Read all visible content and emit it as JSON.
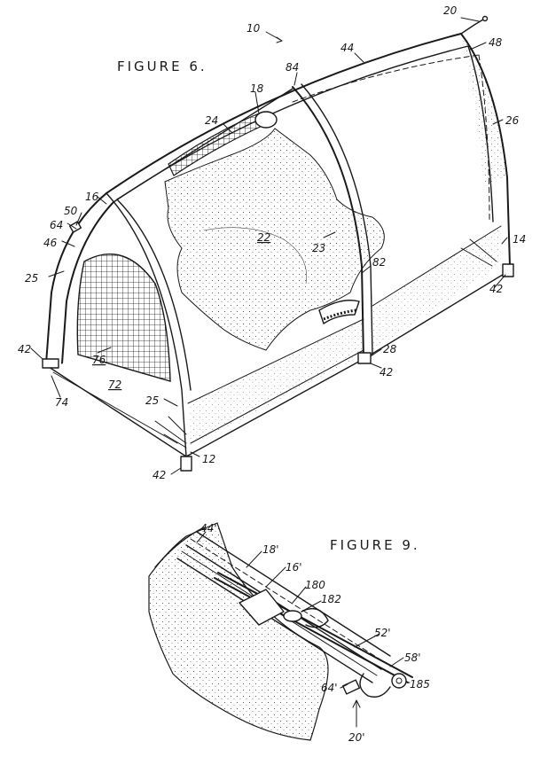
{
  "figures": {
    "fig6": "FIGURE 6.",
    "fig9": "FIGURE 9."
  },
  "labels": {
    "l10": "10",
    "l20": "20",
    "l48": "48",
    "l44": "44",
    "l84": "84",
    "l18": "18",
    "l24": "24",
    "l26": "26",
    "l16": "16",
    "l50": "50",
    "l64": "64",
    "l46": "46",
    "l25a": "25",
    "l22": "22",
    "l23": "23",
    "l14": "14",
    "l82": "82",
    "l42a": "42",
    "l42b": "42",
    "l76": "76",
    "l72": "72",
    "l74": "74",
    "l28": "28",
    "l42c": "42",
    "l25b": "25",
    "l12": "12",
    "l42d": "42",
    "f9_44": "44'",
    "f9_18": "18'",
    "f9_16": "16'",
    "f9_180": "180",
    "f9_182": "182",
    "f9_52": "52'",
    "f9_58": "58'",
    "f9_185": "185",
    "f9_64": "64'",
    "f9_20": "20'"
  }
}
